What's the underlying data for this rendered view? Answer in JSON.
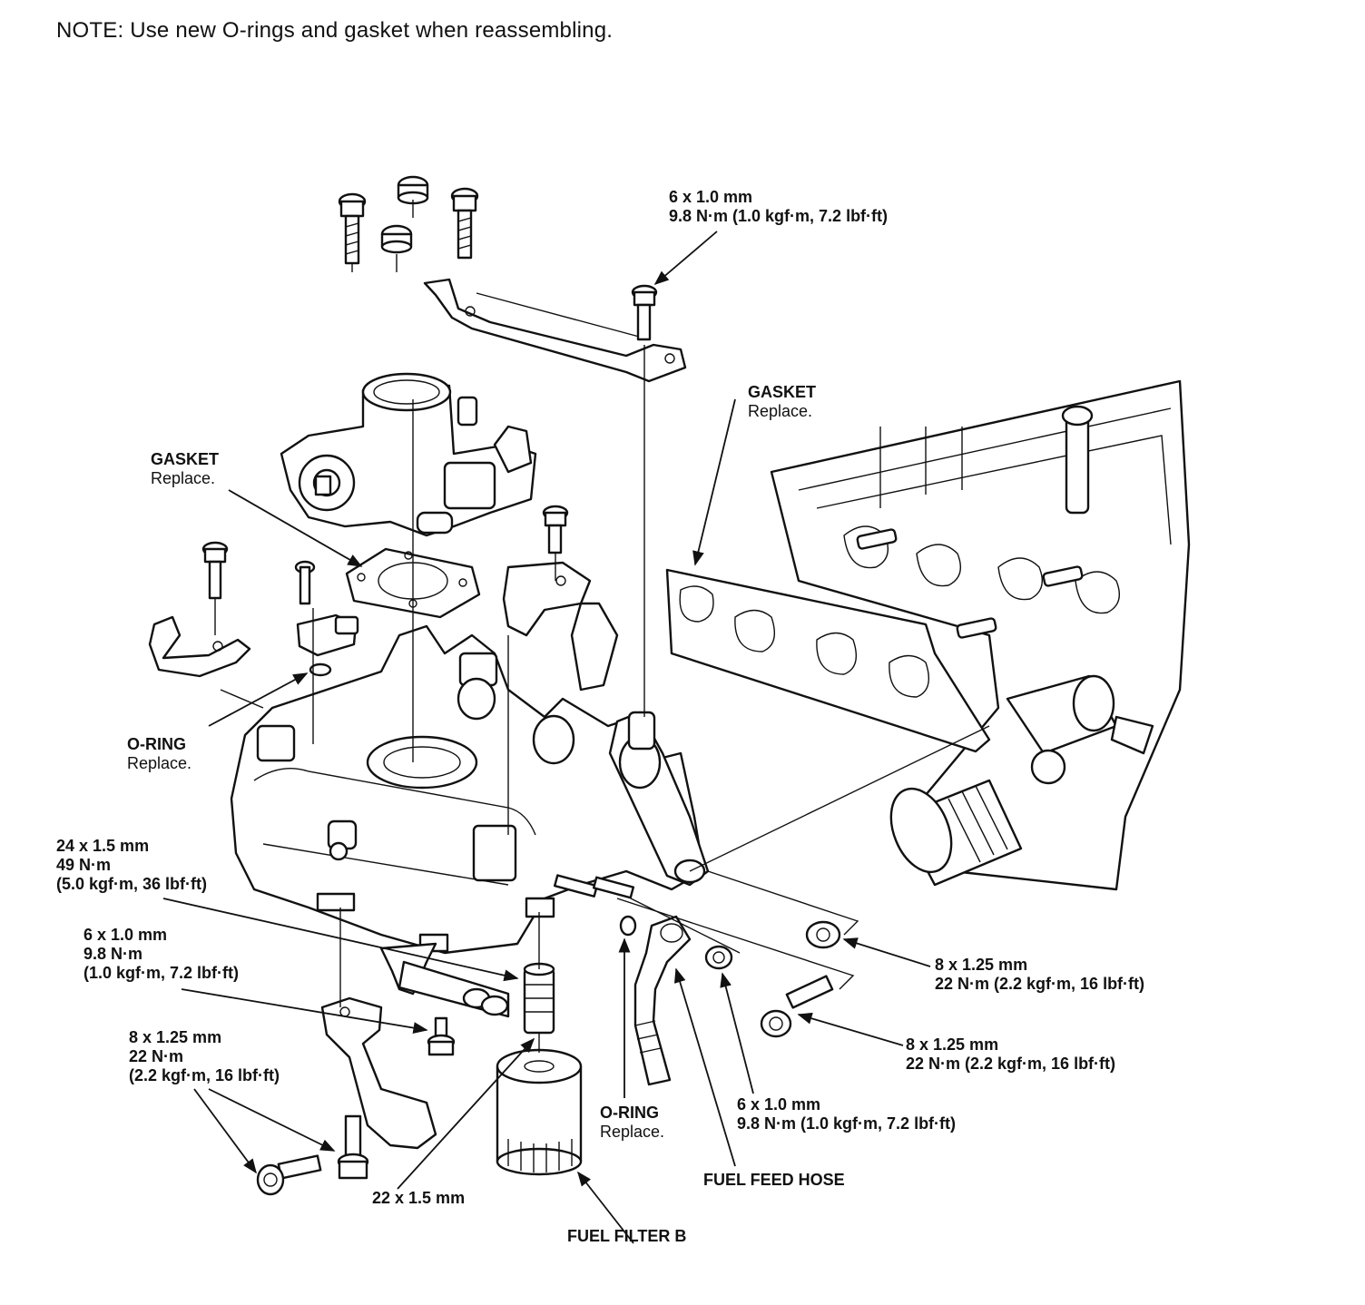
{
  "note": "NOTE: Use new O-rings and gasket when reassembling.",
  "labels": {
    "top_bolt": {
      "spec": "6 x 1.0 mm",
      "torque": "9.8 N·m (1.0 kgf·m, 7.2 lbf·ft)"
    },
    "gasket_right": {
      "name": "GASKET",
      "action": "Replace."
    },
    "gasket_left": {
      "name": "GASKET",
      "action": "Replace."
    },
    "oring_left": {
      "name": "O-RING",
      "action": "Replace."
    },
    "stud_24": {
      "spec": "24 x 1.5 mm",
      "torque": "49 N·m",
      "torque_alt": "(5.0 kgf·m, 36 lbf·ft)"
    },
    "bolt_6_left": {
      "spec": "6 x 1.0 mm",
      "torque": "9.8 N·m",
      "torque_alt": "(1.0 kgf·m, 7.2 lbf·ft)"
    },
    "bolt_8_left": {
      "spec": "8 x 1.25 mm",
      "torque": "22 N·m",
      "torque_alt": "(2.2 kgf·m, 16 lbf·ft)"
    },
    "stud_22": {
      "spec": "22 x 1.5 mm"
    },
    "fuel_filter": {
      "name": "FUEL FILTER B"
    },
    "oring_bottom": {
      "name": "O-RING",
      "action": "Replace."
    },
    "fuel_hose": {
      "name": "FUEL FEED HOSE"
    },
    "bolt_6_bottom": {
      "spec": "6 x 1.0 mm",
      "torque": "9.8 N·m (1.0 kgf·m, 7.2 lbf·ft)"
    },
    "nut_8_right": {
      "spec": "8 x 1.25 mm",
      "torque": "22 N·m (2.2 kgf·m, 16 lbf·ft)"
    },
    "bolt_8_right": {
      "spec": "8 x 1.25 mm",
      "torque": "22 N·m (2.2 kgf·m, 16 lbf·ft)"
    }
  }
}
